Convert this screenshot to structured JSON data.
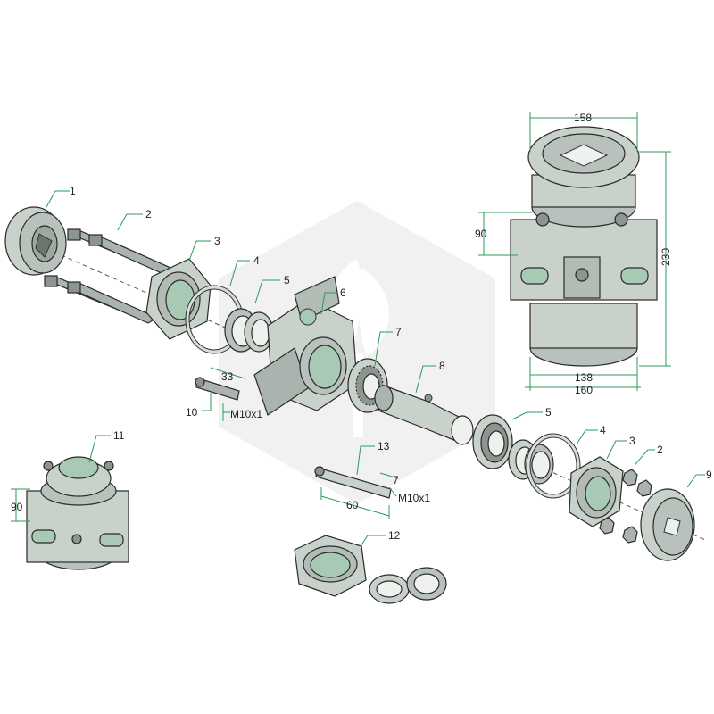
{
  "colors": {
    "part_fill": "#c9d1cb",
    "part_shade": "#9ea8a1",
    "part_dark": "#6c766f",
    "bore_fill": "#a8c9b4",
    "accent": "#2a9a5a",
    "watermark": "#e6e6e6"
  },
  "watermark": {
    "icon": "leaf-hexagon-logo"
  },
  "callouts": {
    "c1": "1",
    "c2a": "2",
    "c3a": "3",
    "c4a": "4",
    "c5a": "5",
    "c6": "6",
    "c7": "7",
    "c8": "8",
    "c9": "9",
    "c10": "10",
    "c11": "11",
    "c12": "12",
    "c13": "13",
    "c5b": "5",
    "c4b": "4",
    "c3b": "3",
    "c2b": "2"
  },
  "dimensions": {
    "top_width": "158",
    "height_total": "230",
    "mount_height": "90",
    "base_inner": "138",
    "base_outer": "160",
    "bolt10_len": "33",
    "bolt10_thread": "M10x1",
    "shaft13_len": "60",
    "shaft13_small": "7",
    "shaft13_thread": "M10x1",
    "small_mount_height": "90"
  }
}
